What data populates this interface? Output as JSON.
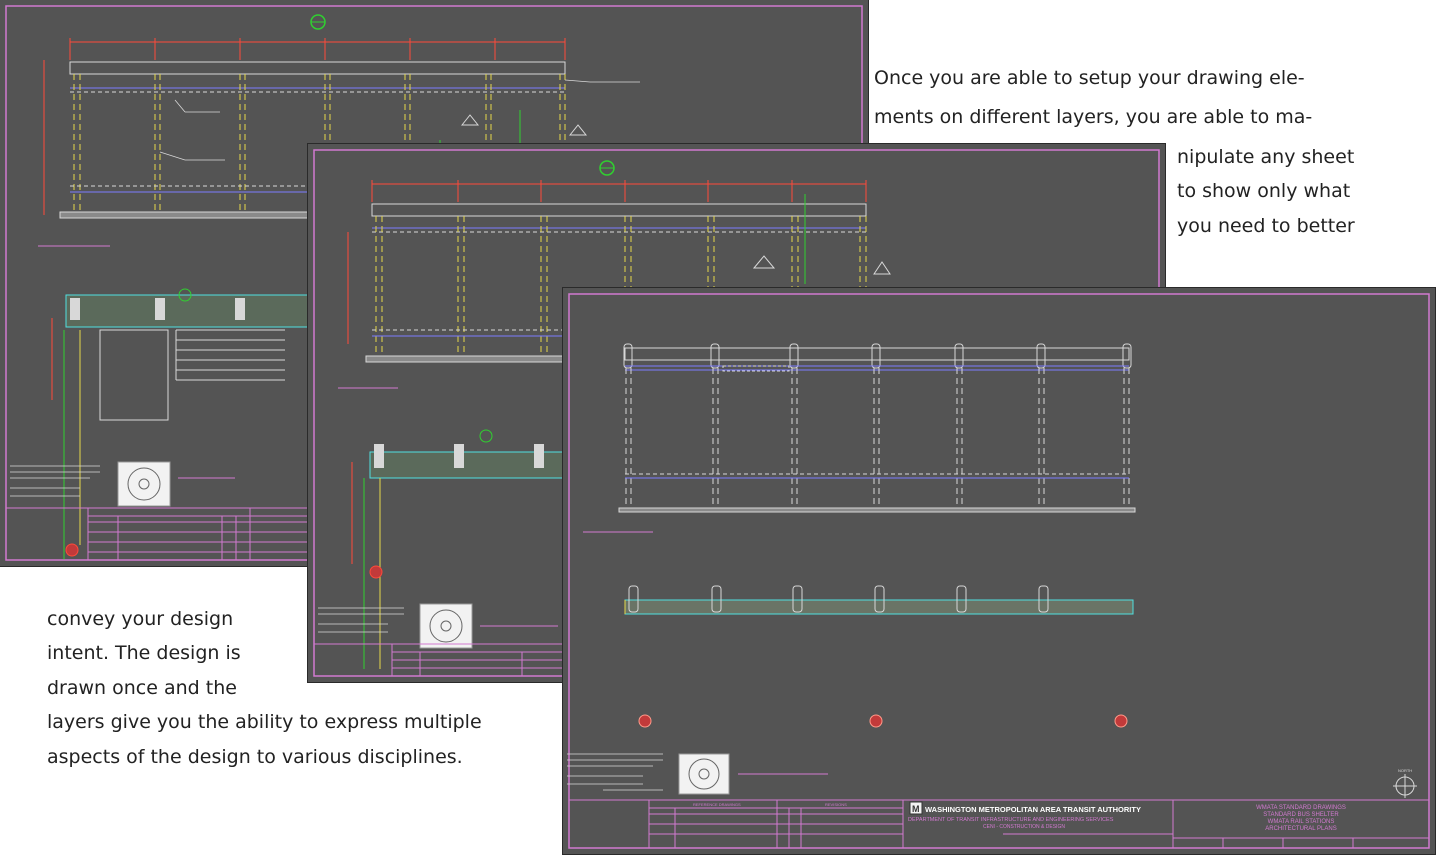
{
  "paragraph": {
    "lines": [
      "Once you are able to setup your drawing ele-",
      "ments on different layers, you are able to ma-",
      "nipulate any sheet",
      "to show only what",
      "you need to better",
      "convey your design",
      "intent.  The design is",
      "drawn once and the",
      "layers give you the ability to express multiple",
      "aspects of the design to various disciplines."
    ]
  },
  "front_sheet": {
    "authority": "WASHINGTON METROPOLITAN AREA TRANSIT AUTHORITY",
    "department": "DEPARTMENT OF TRANSIT INFRASTRUCTURE AND ENGINEERING SERVICES",
    "division": "CENI - CONSTRUCTION & DESIGN",
    "drawing_title_1": "WMATA STANDARD DRAWINGS",
    "drawing_title_2": "STANDARD BUS SHELTER",
    "drawing_title_3": "WMATA RAIL STATIONS",
    "drawing_title_4": "ARCHITECTURAL PLANS",
    "ref_header": "REFERENCE DRAWINGS",
    "rev_header": "REVISIONS",
    "north_label": "NORTH"
  },
  "colors": {
    "sheet_bg": "#545454",
    "border": "#d27ad0",
    "dim_red": "#ff4a3a",
    "frame": "#d8d8d8",
    "blue": "#7d7dff",
    "yellow": "#e6d84a",
    "cyan": "#4fe0e0",
    "green": "#30d030"
  }
}
